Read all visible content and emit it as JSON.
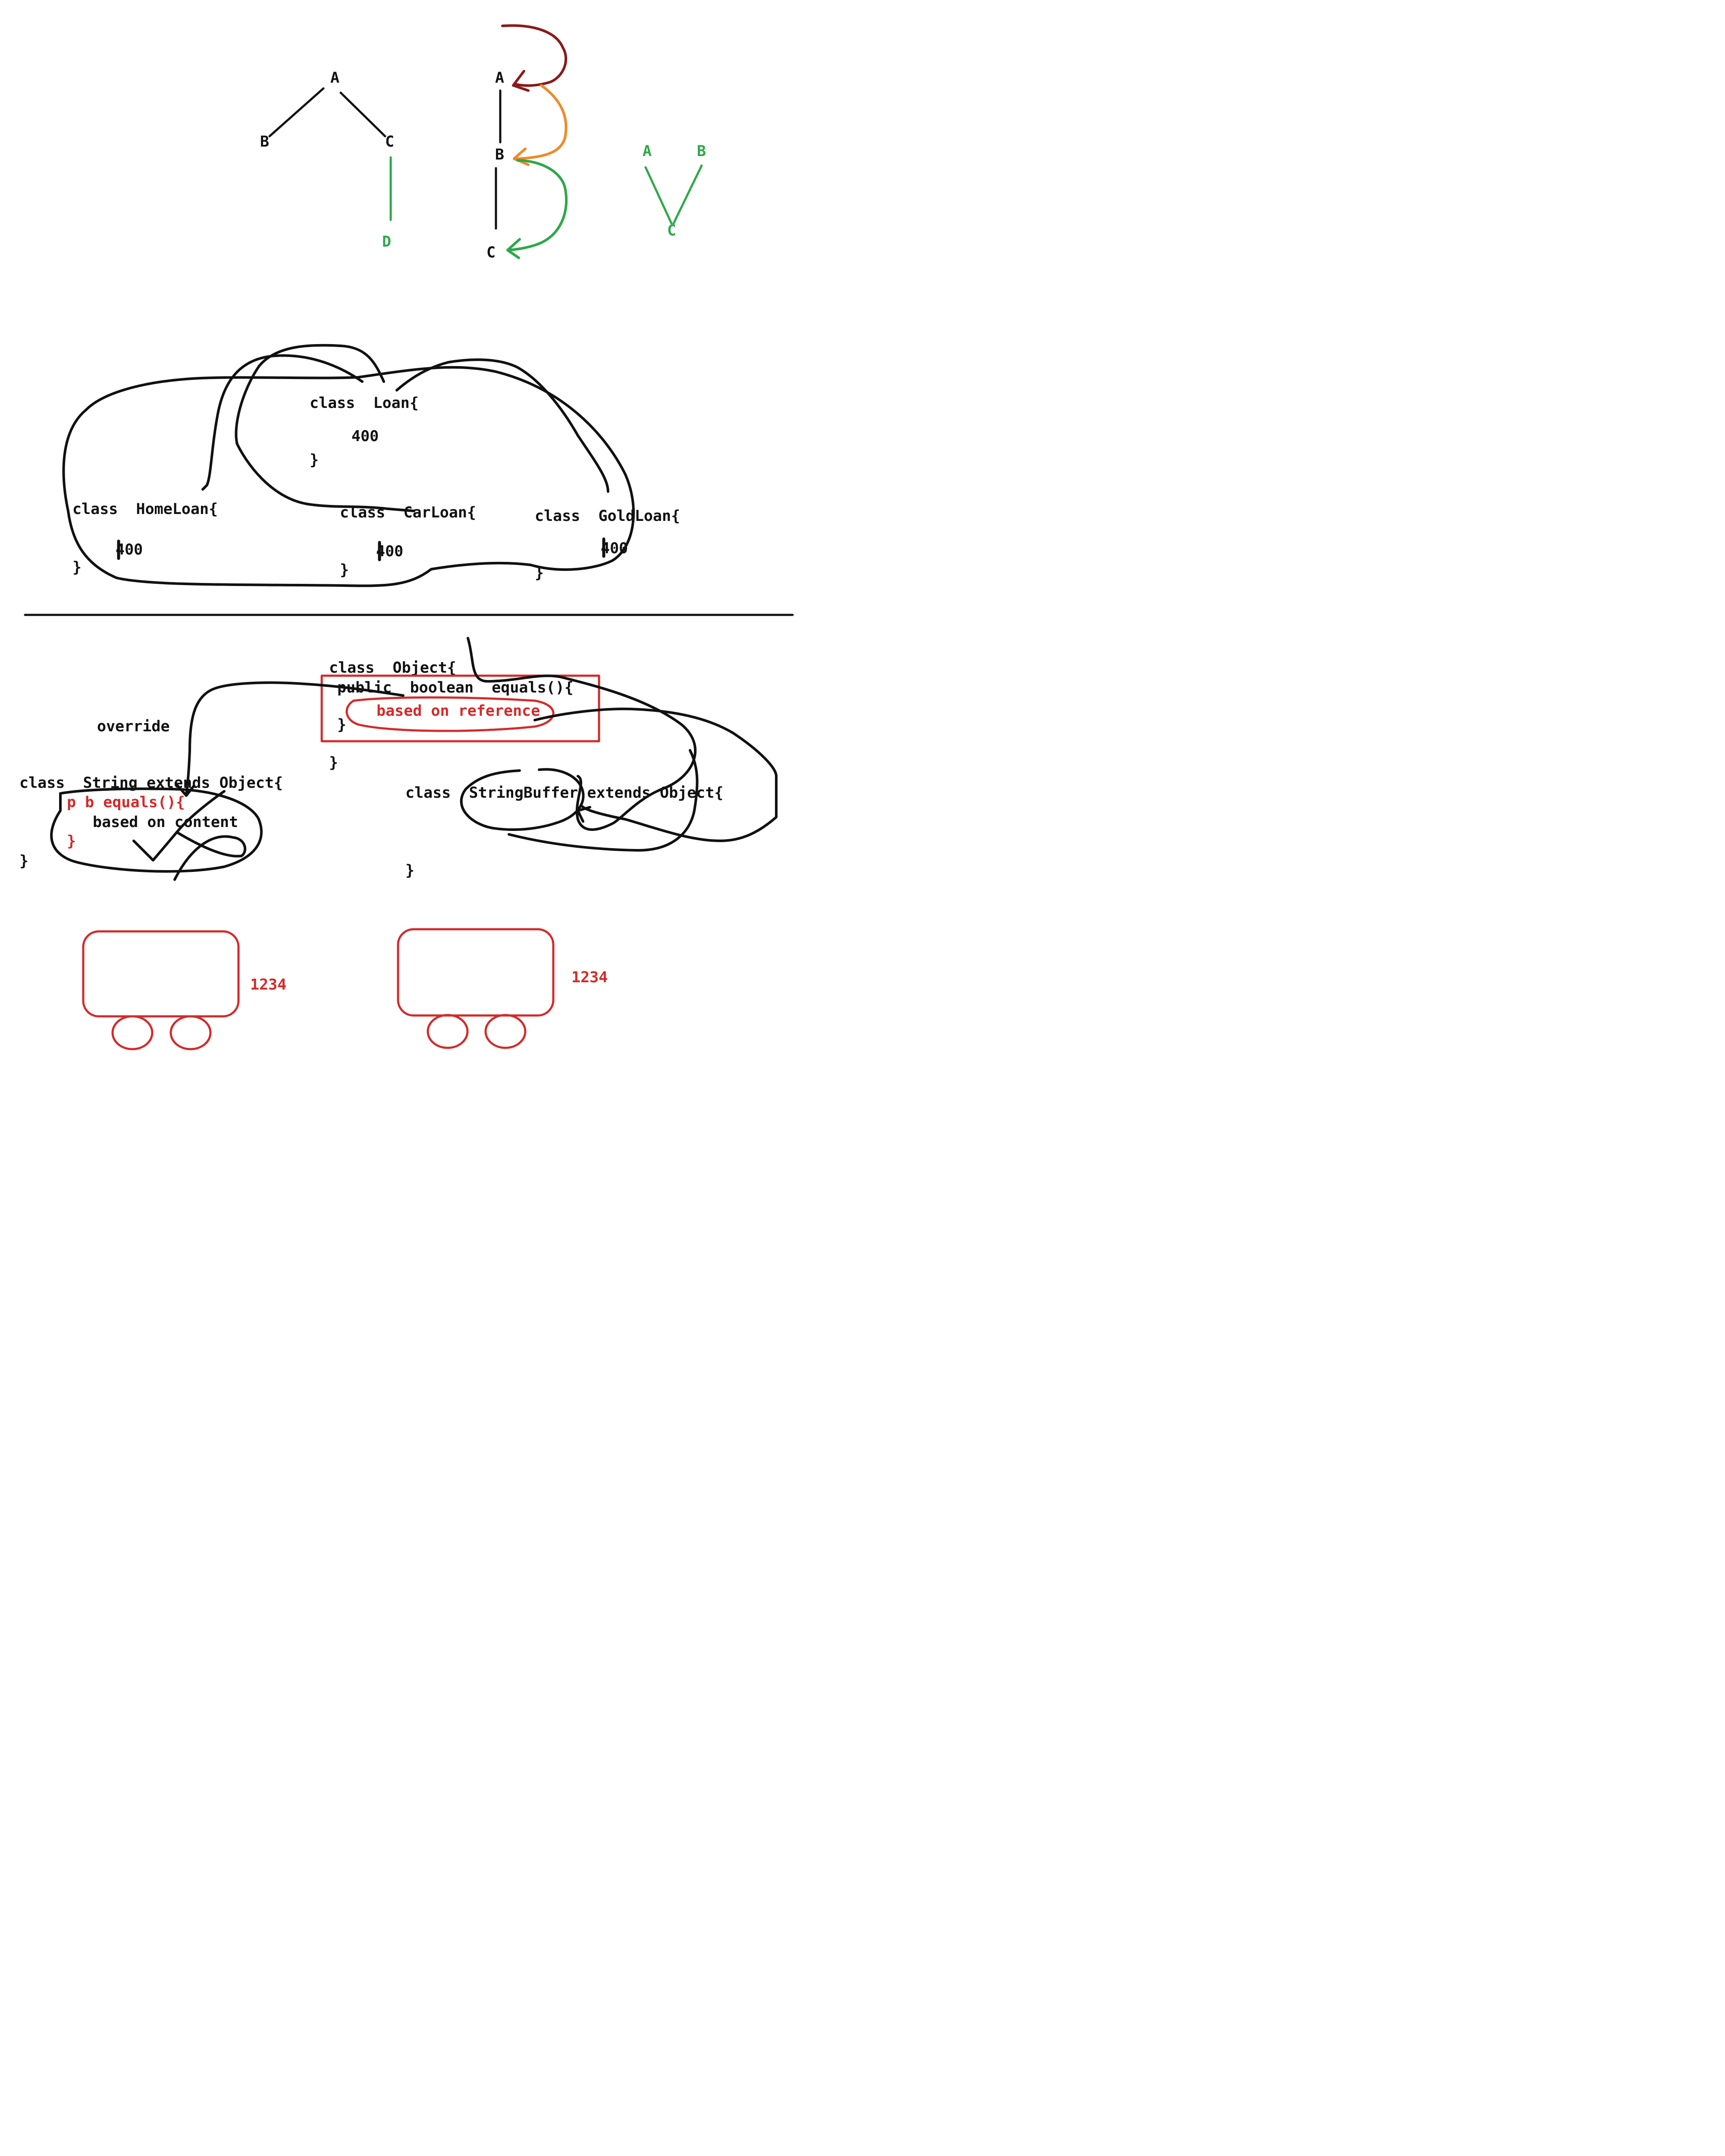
{
  "tree_diagram": {
    "nodes": {
      "a": "A",
      "b": "B",
      "c": "C",
      "d": "D"
    }
  },
  "chain_diagram": {
    "nodes": {
      "a": "A",
      "b": "B",
      "c": "C"
    }
  },
  "v_diagram": {
    "nodes": {
      "a": "A",
      "b": "B",
      "c": "C"
    }
  },
  "loan_section": {
    "loan_decl": "class  Loan{",
    "loan_value": "400",
    "loan_close": "}",
    "home_decl": "class  HomeLoan{",
    "home_value": "400",
    "home_close": "}",
    "car_decl": "class  CarLoan{",
    "car_value": "400",
    "car_close": "}",
    "gold_decl": "class  GoldLoan{",
    "gold_value": "400",
    "gold_close": "}"
  },
  "object_section": {
    "object_decl": "class  Object{",
    "equals_sig": "public  boolean  equals(){",
    "equals_note": "based on reference",
    "equals_close": "}",
    "object_close": "}",
    "override_label": "override",
    "string_decl": "class  String extends Object{",
    "string_equals": "p b equals(){",
    "string_note": "based on content",
    "string_equals_close": "}",
    "string_close": "}",
    "sb_decl": "class  StringBuffer extends Object{",
    "sb_close": "}"
  },
  "cars": {
    "left_label": "1234",
    "right_label": "1234"
  },
  "colors": {
    "black_ink": "#111111",
    "red_ink": "#d42a2a",
    "green_ink": "#2ea84a",
    "orange_ink": "#ee8a2a",
    "maroon_ink": "#8b1a1a"
  }
}
